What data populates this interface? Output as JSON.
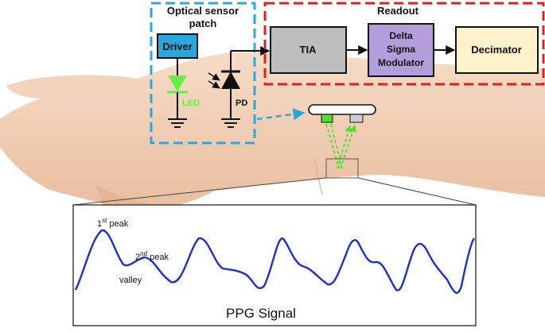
{
  "optical_patch": {
    "title_line1": "Optical sensor",
    "title_line2": "patch",
    "driver_label": "Driver",
    "led_label": "LED",
    "pd_label": "PD",
    "border_color": "#29a8e0"
  },
  "readout": {
    "title": "Readout",
    "border_color": "#e02020",
    "blocks": [
      {
        "line1": "TIA",
        "line2": "",
        "line3": "",
        "color": "#bdbdbd"
      },
      {
        "line1": "Delta",
        "line2": "Sigma",
        "line3": "Modulator",
        "color": "#b39ddb"
      },
      {
        "line1": "Decimator",
        "line2": "",
        "line3": "",
        "color": "#fff3cc"
      }
    ]
  },
  "colors": {
    "driver": "#29a8e0",
    "led": "#66ee44",
    "sensor_led": "#55dd33",
    "sensor_pd": "#cccccc",
    "signal": "#1a2fd6",
    "arrow": "#29a8e0",
    "skin": "#f0cfb3"
  },
  "ppg": {
    "title": "PPG Signal",
    "peak1_base": "1",
    "peak1_sup": "st",
    "peak1_word": " peak",
    "peak2_base": "2",
    "peak2_sup": "nd",
    "peak2_word": " peak",
    "valley_label": "valley"
  }
}
